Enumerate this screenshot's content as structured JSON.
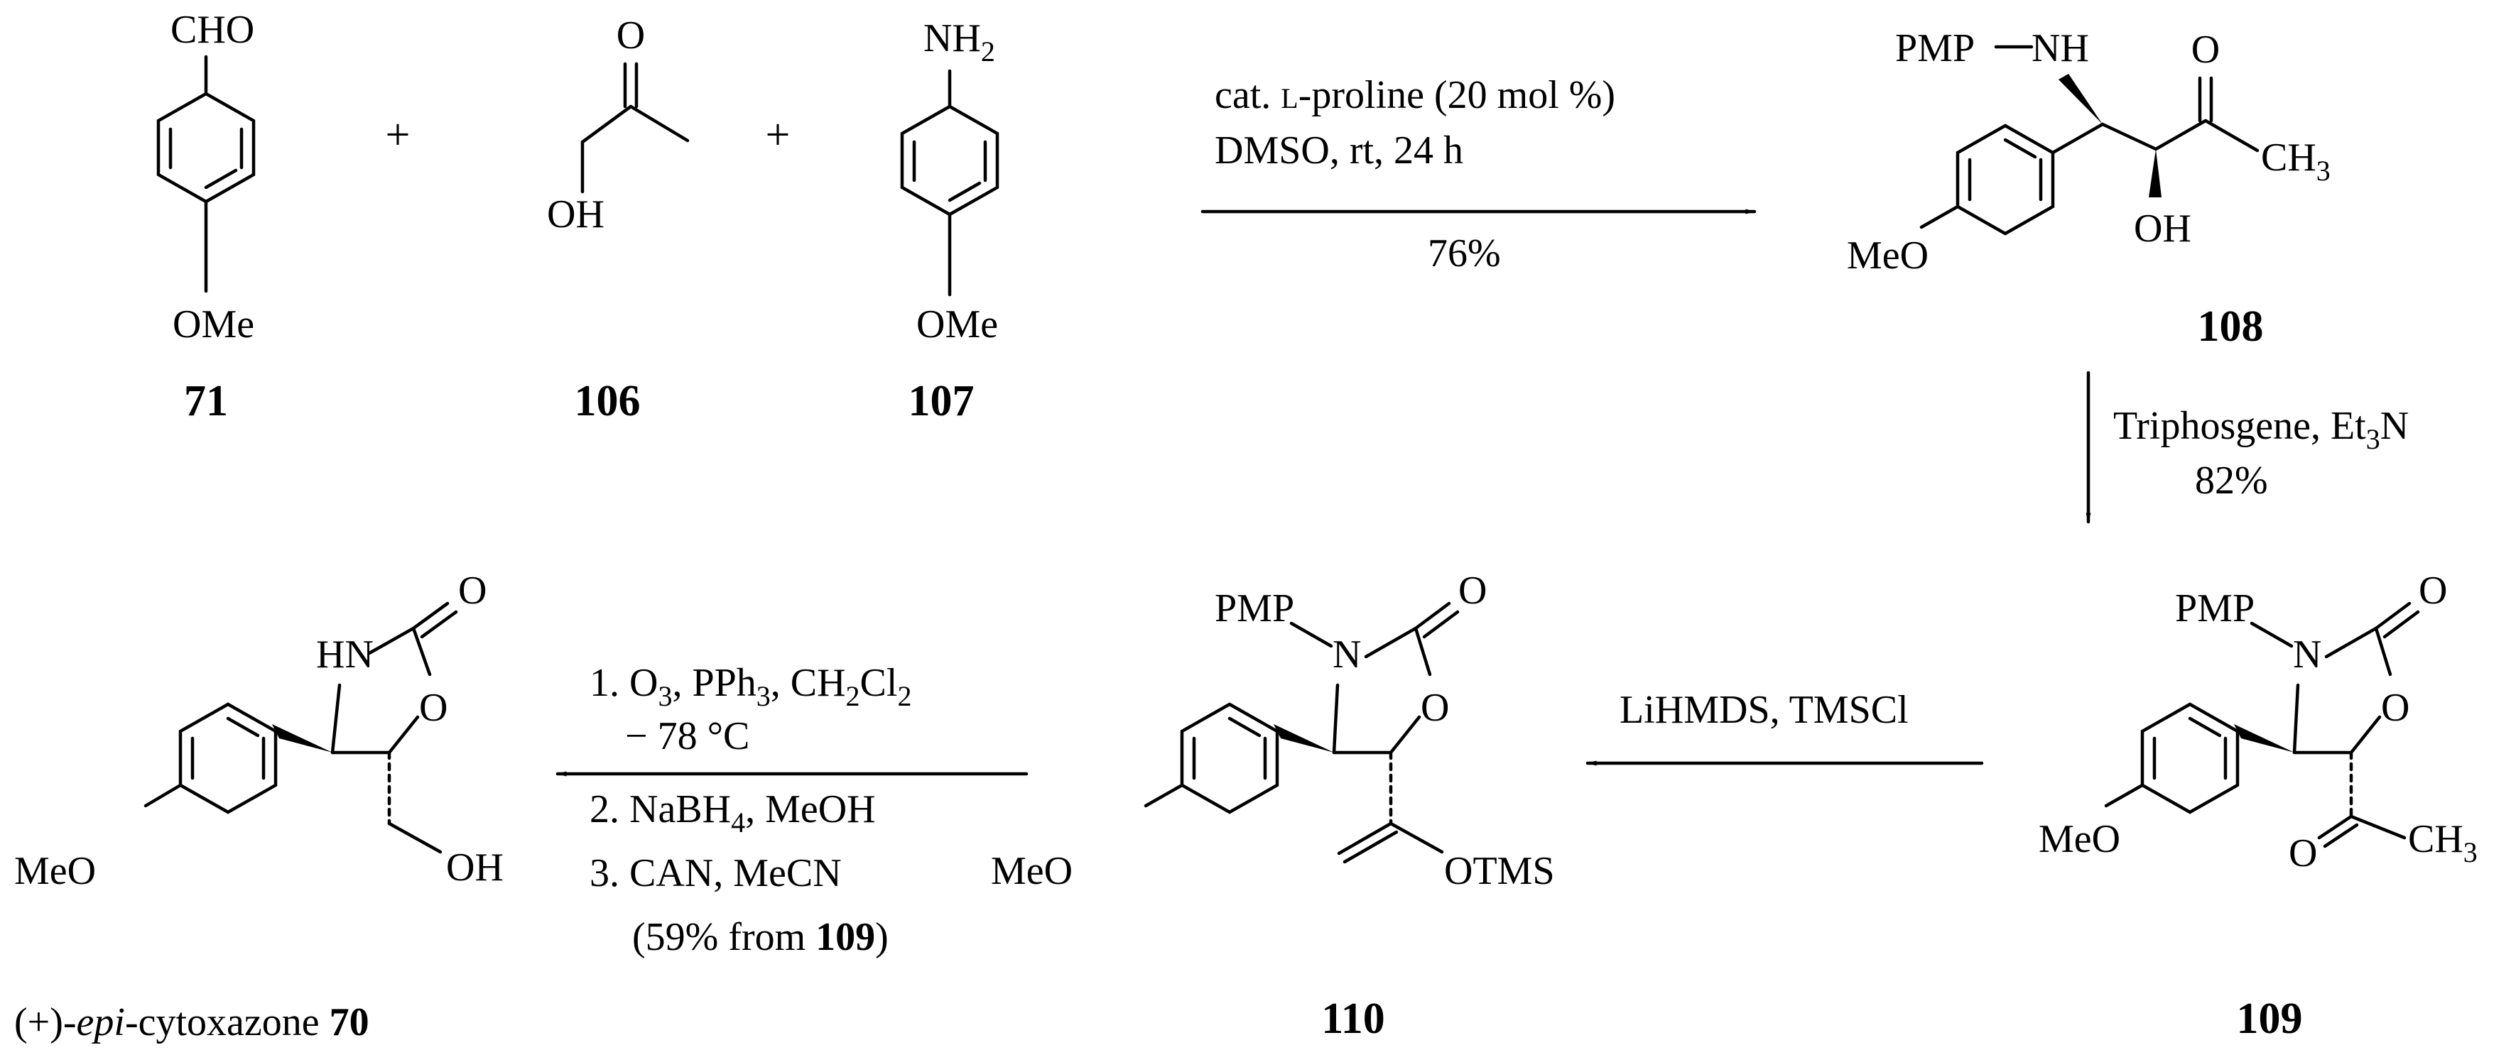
{
  "compounds": {
    "c71": "71",
    "c106": "106",
    "c107": "107",
    "c108": "108",
    "c109": "109",
    "c110": "110",
    "c70": "70",
    "product_prefix": "(+)-",
    "product_italic": "epi",
    "product_suffix": "-cytoxazone "
  },
  "atoms": {
    "cho": "CHO",
    "ome": "OMe",
    "o": "O",
    "oh": "OH",
    "nh": "NH",
    "n": "N",
    "pmp": "PMP",
    "meo": "MeO",
    "ch": "CH",
    "three": "3",
    "two": "2",
    "otms": "OTMS",
    "hn": "HN"
  },
  "plus": "+",
  "step1": {
    "cat": "cat. ",
    "l": "L",
    "proline": "-proline (20 mol %)",
    "solvent": "DMSO, rt,  24 h",
    "yield": "76%"
  },
  "step2": {
    "reagent_a": "Triphosgene, Et",
    "reagent_sub": "3",
    "reagent_b": "N",
    "yield": "82%"
  },
  "step3": {
    "reagent": "LiHMDS, TMSCl"
  },
  "step4": {
    "l1a": "1. O",
    "l1sub1": "3",
    "l1b": ", PPh",
    "l1sub2": "3",
    "l1c": ", CH",
    "l1sub3": "2",
    "l1d": "Cl",
    "l1sub4": "2",
    "l2": "− 78 °C",
    "l3a": "2. NaBH",
    "l3sub": "4",
    "l3b": ", MeOH",
    "l4": "3. CAN, MeCN",
    "l5a": "(59% from ",
    "l5b": "109",
    "l5c": ")"
  }
}
